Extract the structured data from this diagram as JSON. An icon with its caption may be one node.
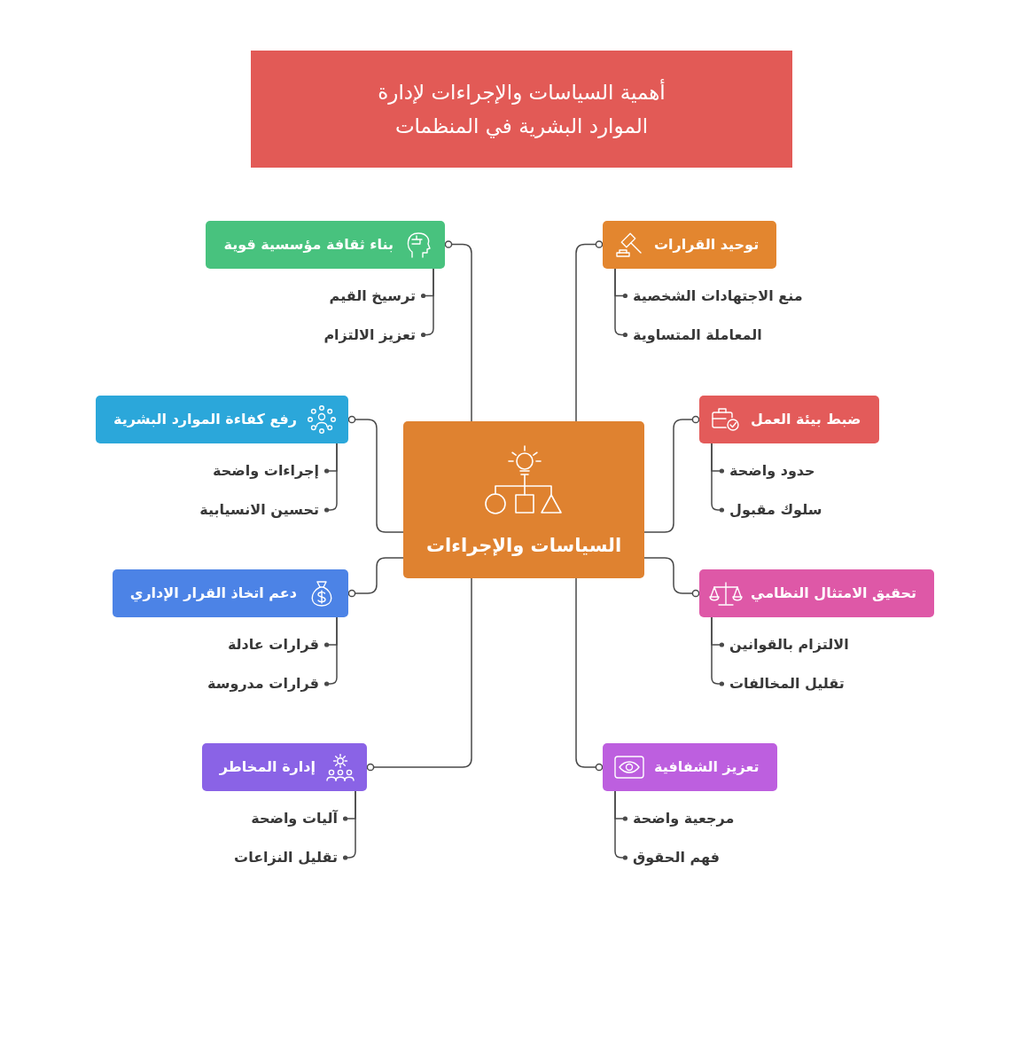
{
  "diagram": {
    "title": "أهمية السياسات والإجراءات لإدارة الموارد البشرية في المنظمات",
    "nodes": [
      {
        "text": [
          "السياسات والإجراءات"
        ]
      },
      {
        "text": [
          "توحيد القرارات"
        ]
      },
      {
        "text": [
          "منع الاجتهادات الشخصية"
        ]
      },
      {
        "text": [
          "المعاملة المتساوية"
        ]
      },
      {
        "text": [
          "بناء ثقافة مؤسسية قوية"
        ]
      },
      {
        "text": [
          "ترسيخ القيم"
        ]
      },
      {
        "text": [
          "تعزيز الالتزام"
        ]
      },
      {
        "text": [
          "ضبط بيئة العمل"
        ]
      },
      {
        "text": [
          "حدود واضحة"
        ]
      },
      {
        "text": [
          "سلوك مقبول"
        ]
      },
      {
        "text": [
          "رفع كفاءة الموارد البشرية"
        ]
      },
      {
        "text": [
          "إجراءات واضحة"
        ]
      },
      {
        "text": [
          "تحسين الانسيابية"
        ]
      },
      {
        "text": [
          "تحقيق الامتثال النظامي"
        ]
      },
      {
        "text": [
          "الالتزام بالقوانين"
        ]
      },
      {
        "text": [
          "تقليل المخالفات"
        ]
      },
      {
        "text": [
          "دعم اتخاذ القرار الإداري"
        ]
      },
      {
        "text": [
          "قرارات عادلة"
        ]
      },
      {
        "text": [
          "قرارات مدروسة"
        ]
      },
      {
        "text": [
          "تعزيز الشفافية"
        ]
      },
      {
        "text": [
          "مرجعية واضحة"
        ]
      },
      {
        "text": [
          "فهم الحقوق"
        ]
      },
      {
        "text": [
          "إدارة المخاطر"
        ]
      },
      {
        "text": [
          "آليات واضحة"
        ]
      },
      {
        "text": [
          "تقليل النزاعات"
        ]
      }
    ],
    "edges": [
      {
        "from": 0,
        "to": 1,
        "arrow": "other"
      },
      {
        "from": 1,
        "to": 2,
        "arrow": "other"
      },
      {
        "from": 1,
        "to": 3,
        "arrow": "other"
      },
      {
        "from": 0,
        "to": 4,
        "arrow": "other"
      },
      {
        "from": 4,
        "to": 5,
        "arrow": "other"
      },
      {
        "from": 4,
        "to": 6,
        "arrow": "other"
      },
      {
        "from": 0,
        "to": 7,
        "arrow": "other"
      },
      {
        "from": 7,
        "to": 8,
        "arrow": "other"
      },
      {
        "from": 7,
        "to": 9,
        "arrow": "other"
      },
      {
        "from": 0,
        "to": 10,
        "arrow": "other"
      },
      {
        "from": 10,
        "to": 11,
        "arrow": "other"
      },
      {
        "from": 10,
        "to": 12,
        "arrow": "other"
      },
      {
        "from": 0,
        "to": 13,
        "arrow": "other"
      },
      {
        "from": 13,
        "to": 14,
        "arrow": "other"
      },
      {
        "from": 13,
        "to": 15,
        "arrow": "other"
      },
      {
        "from": 0,
        "to": 16,
        "arrow": "other"
      },
      {
        "from": 16,
        "to": 17,
        "arrow": "other"
      },
      {
        "from": 16,
        "to": 18,
        "arrow": "other"
      },
      {
        "from": 0,
        "to": 19,
        "arrow": "other"
      },
      {
        "from": 19,
        "to": 20,
        "arrow": "other"
      },
      {
        "from": 19,
        "to": 21,
        "arrow": "other"
      },
      {
        "from": 0,
        "to": 22,
        "arrow": "other"
      },
      {
        "from": 22,
        "to": 23,
        "arrow": "other"
      },
      {
        "from": 22,
        "to": 24,
        "arrow": "other"
      }
    ]
  }
}
